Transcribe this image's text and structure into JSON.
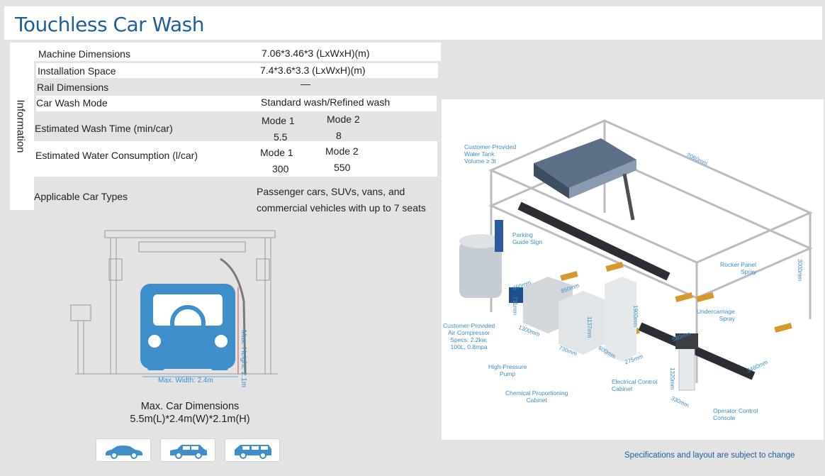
{
  "header": {
    "title": "Touchless Car Wash"
  },
  "info_tab_label": "Information",
  "specs": {
    "machine_dimensions": {
      "label": "Machine Dimensions",
      "value": "7.06*3.46*3 (LxWxH)(m)"
    },
    "installation_space": {
      "label": "Installation Space",
      "value": "7.4*3.6*3.3  (LxWxH)(m)"
    },
    "rail_dimensions": {
      "label": "Rail Dimensions",
      "value": "—"
    },
    "car_wash_mode": {
      "label": "Car Wash Mode",
      "value": "Standard wash/Refined wash"
    },
    "wash_time": {
      "label": "Estimated Wash Time (min/car)",
      "mode1_label": "Mode 1",
      "mode1_value": "5.5",
      "mode2_label": "Mode 2",
      "mode2_value": "8"
    },
    "water": {
      "label": "Estimated Water Consumption (l/car)",
      "mode1_label": "Mode 1",
      "mode1_value": "300",
      "mode2_label": "Mode 2",
      "mode2_value": "550"
    },
    "car_types": {
      "label": "Applicable Car Types",
      "value_line1": "Passenger cars, SUVs, vans, and",
      "value_line2": "commercial vehicles with up to 7 seats"
    }
  },
  "drawing": {
    "max_width": "Max. Width: 2.4m",
    "max_height": "Max. Height: 2.1m",
    "max_car_title": "Max. Car Dimensions",
    "max_car_value": "5.5m(L)*2.4m(W)*2.1m(H)"
  },
  "car_icons": [
    "sedan-icon",
    "suv-icon",
    "van-icon"
  ],
  "diagram": {
    "water_tank": "Customer-Provided\nWater Tank\nVolume ≥ 3t",
    "parking_sign": "Parking\nGuide Sign",
    "air_compressor": "Customer-Provided\nAir Compressor\nSpecs: 2.2kw,\n100L, 0.8mpa",
    "hp_pump": "High-Pressure\nPump",
    "chemical": "Chemical Proportioning\nCabinet",
    "electrical": "Electrical Control\nCabinet",
    "operator": "Operator Control\nConsole",
    "rocker": "Rocker Panel\nSpray",
    "undercarriage": "Undercarriage\nSpray",
    "dim_7060": "7060mm",
    "dim_3000": "3000mm",
    "dim_3460": "3460mm",
    "dim_850a": "850mm",
    "dim_850b": "850mm",
    "dim_711": "711mm",
    "dim_1300": "1300mm",
    "dim_730": "730mm",
    "dim_1137": "1137mm",
    "dim_600": "600mm",
    "dim_1900": "1900mm",
    "dim_275": "275mm",
    "dim_580": "580mm",
    "dim_1320": "1320mm",
    "dim_330": "330mm"
  },
  "footer_note": "Specifications and layout are subject to change",
  "colors": {
    "accent": "#1f5f9e",
    "car_blue": "#3d8ec9",
    "band": "#ffffff",
    "background": "#e3e3e3"
  }
}
